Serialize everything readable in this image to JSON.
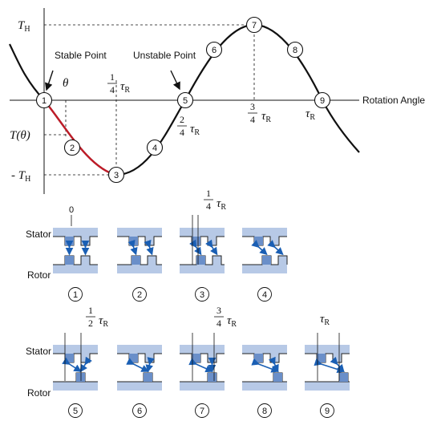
{
  "graph": {
    "axis_label": "Rotation Angle",
    "stable_label": "Stable Point",
    "unstable_label": "Unstable Point",
    "y_top": "T",
    "y_top_sub": "H",
    "y_mid": "T(θ)",
    "y_bot_prefix": "- T",
    "y_bot_sub": "H",
    "theta": "θ",
    "tau": "τ",
    "tau_sub": "R",
    "frac_num": "1",
    "frac_den_quarter": "4",
    "frac_num_2": "2",
    "frac_num_3": "3",
    "points": [
      "1",
      "2",
      "3",
      "4",
      "5",
      "6",
      "7",
      "8",
      "9"
    ]
  },
  "mechanism": {
    "stator": "Stator",
    "rotor": "Rotor",
    "zero": "0",
    "frac_quarter_num": "1",
    "frac_quarter_den": "4",
    "frac_half_num": "1",
    "frac_half_den": "2",
    "frac_three_num": "3",
    "frac_three_den": "4",
    "tau": "τ",
    "tau_sub": "R",
    "states": [
      "1",
      "2",
      "3",
      "4",
      "5",
      "6",
      "7",
      "8",
      "9"
    ]
  }
}
